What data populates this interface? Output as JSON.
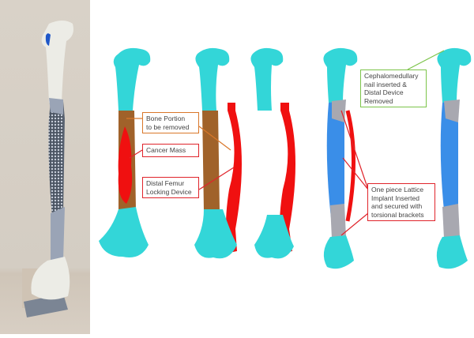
{
  "figure": {
    "title": "",
    "colors": {
      "bone": "#33d6d8",
      "resection": "#a0622a",
      "tumor_and_device": "#f01010",
      "lattice_implant": "#3a8ee8",
      "brackets": "#a8a8b0",
      "callout_orange": "#d9772a",
      "callout_red": "#e0242b",
      "callout_green": "#7cc44a"
    },
    "panels": [
      {
        "id": "photo",
        "description": "3D printed femur model with lattice implant on gray stand"
      },
      {
        "id": "step1",
        "description": "Femur with bone portion to be removed and cancer mass"
      },
      {
        "id": "step2",
        "description": "Distal femur locking device attached, bone portion still present"
      },
      {
        "id": "step3",
        "description": "Bone portion removed, locking device spans gap"
      },
      {
        "id": "step4",
        "description": "Lattice implant inserted with device"
      },
      {
        "id": "step5",
        "description": "Final: cephalomedullary nail and lattice implant"
      }
    ],
    "callouts": [
      {
        "id": "bone-portion",
        "text_line1": "Bone Portion",
        "text_line2": "to be removed",
        "color": "orange"
      },
      {
        "id": "cancer-mass",
        "text_line1": "Cancer Mass",
        "color": "red"
      },
      {
        "id": "distal-device",
        "text_line1": "Distal Femur",
        "text_line2": "Locking Device",
        "color": "red"
      },
      {
        "id": "nail",
        "text_line1": "Cephalomedullary",
        "text_line2": "nail inserted &",
        "text_line3": "Distal Device",
        "text_line4": "Removed",
        "color": "green"
      },
      {
        "id": "lattice",
        "text_line1": "One piece Lattice",
        "text_line2": "Implant Inserted",
        "text_line3": "and secured with",
        "text_line4": "torsional brackets",
        "color": "red"
      }
    ]
  }
}
